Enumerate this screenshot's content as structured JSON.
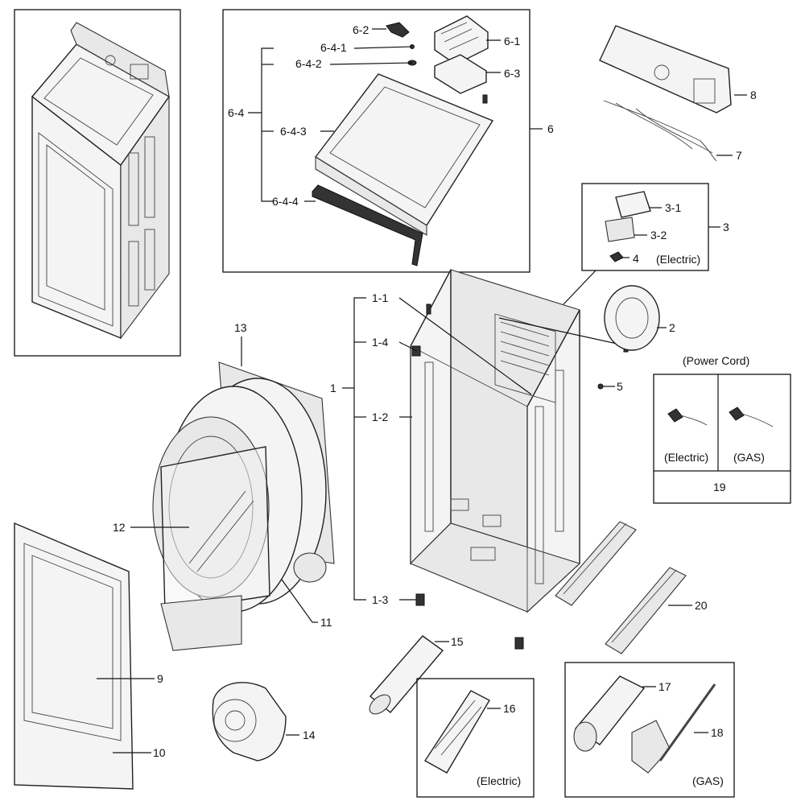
{
  "labels": {
    "l1": "1",
    "l1_1": "1-1",
    "l1_2": "1-2",
    "l1_3": "1-3",
    "l1_4": "1-4",
    "l2": "2",
    "l3": "3",
    "l3_1": "3-1",
    "l3_2": "3-2",
    "l4": "4",
    "l5": "5",
    "l6": "6",
    "l6_1": "6-1",
    "l6_2": "6-2",
    "l6_3": "6-3",
    "l6_4": "6-4",
    "l6_4_1": "6-4-1",
    "l6_4_2": "6-4-2",
    "l6_4_3": "6-4-3",
    "l6_4_4": "6-4-4",
    "l7": "7",
    "l8": "8",
    "l9": "9",
    "l10": "10",
    "l11": "11",
    "l12": "12",
    "l13": "13",
    "l14": "14",
    "l15": "15",
    "l16": "16",
    "l17": "17",
    "l18": "18",
    "l19": "19",
    "l20": "20"
  },
  "notes": {
    "electric_3": "(Electric)",
    "power_cord": "(Power Cord)",
    "cord_electric": "(Electric)",
    "cord_gas": "(GAS)",
    "electric_16": "(Electric)",
    "gas_17_18": "(GAS)"
  }
}
